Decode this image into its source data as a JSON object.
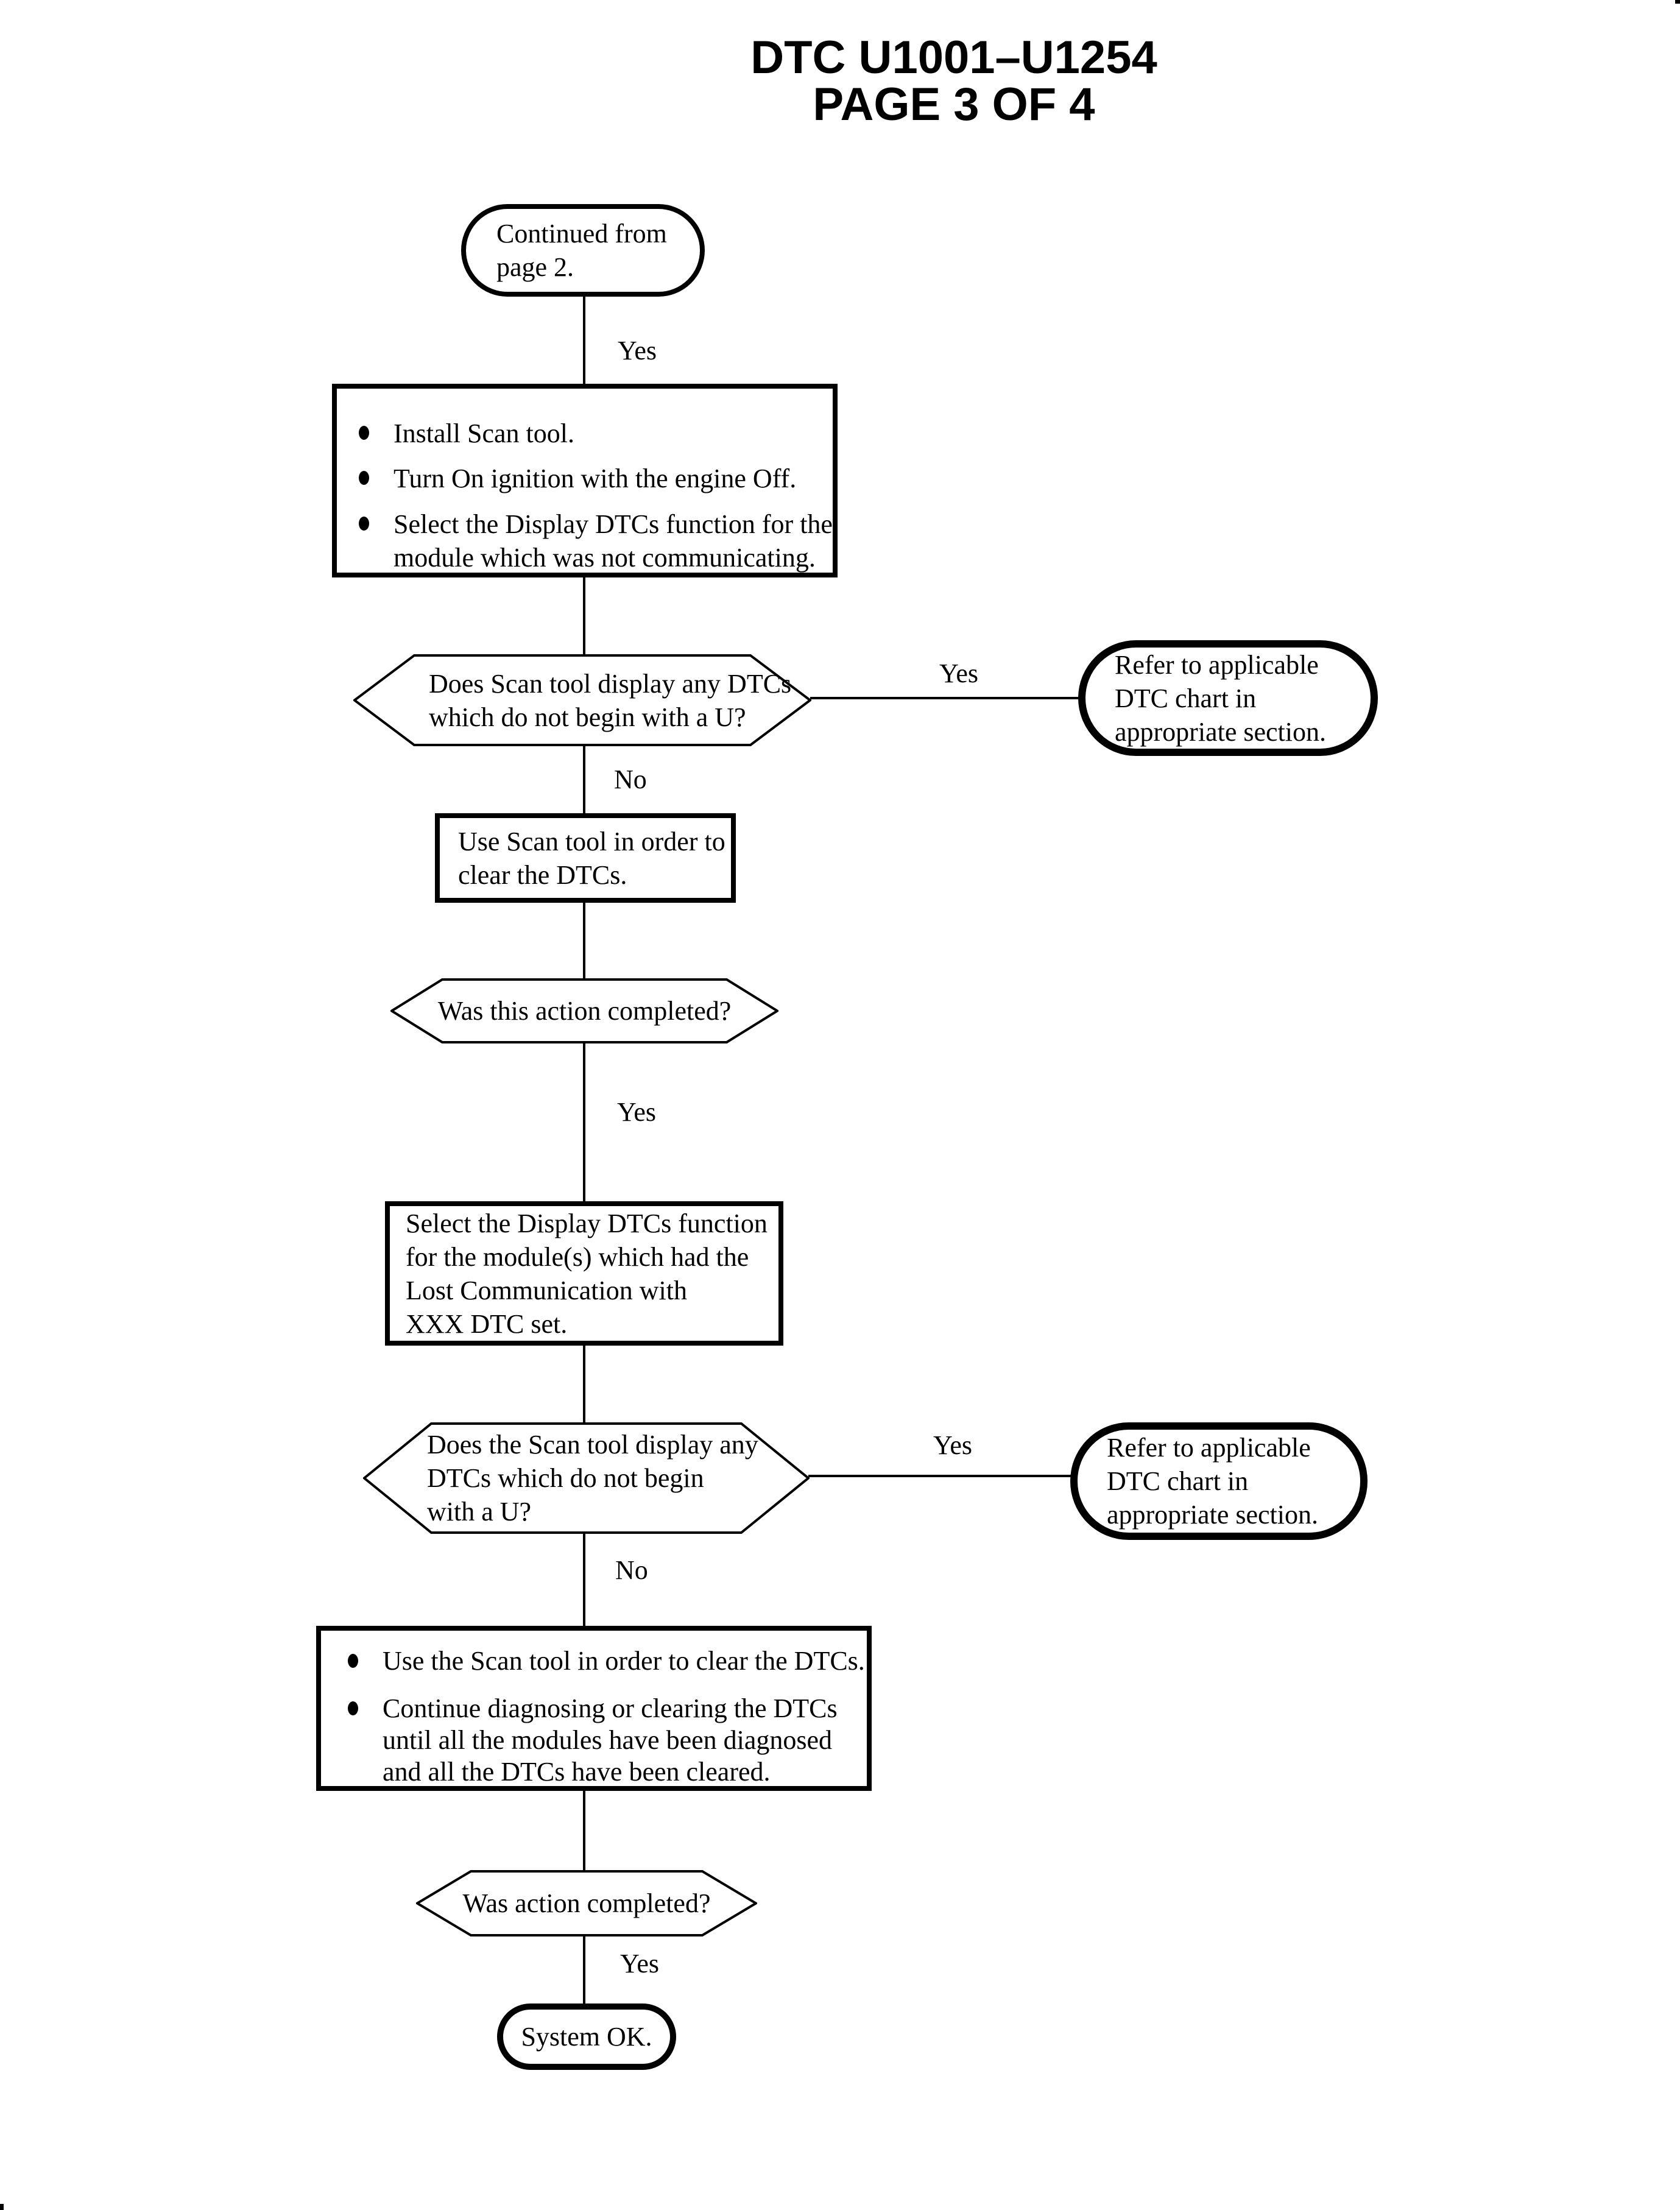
{
  "page": {
    "title_line1": "DTC U1001–U1254",
    "title_line2": "PAGE 3 OF 4"
  },
  "nodes": {
    "continued": {
      "lines": [
        "Continued from",
        "page 2."
      ]
    },
    "setup": {
      "bullets": [
        {
          "lines": [
            "Install Scan tool."
          ]
        },
        {
          "lines": [
            "Turn On ignition with the engine Off."
          ]
        },
        {
          "lines": [
            "Select the Display DTCs function for the",
            "module which was not communicating."
          ]
        }
      ]
    },
    "dtc_check_1": {
      "lines": [
        "Does Scan tool display any DTCs",
        "which do not begin with a U?"
      ]
    },
    "refer_1": {
      "lines": [
        "Refer to applicable",
        "DTC chart in",
        "appropriate section."
      ]
    },
    "clear": {
      "lines": [
        "Use Scan tool in order to",
        "clear the DTCs."
      ]
    },
    "action_check_1": {
      "lines": [
        "Was this action completed?"
      ]
    },
    "select_display": {
      "lines": [
        "Select the Display DTCs function",
        "for the module(s) which had the",
        "Lost Communication with",
        "XXX DTC set."
      ]
    },
    "dtc_check_2": {
      "lines": [
        "Does the Scan tool display any",
        "DTCs which do not begin",
        "with a U?"
      ]
    },
    "refer_2": {
      "lines": [
        "Refer to applicable",
        "DTC chart in",
        "appropriate section."
      ]
    },
    "clear_continue": {
      "bullets": [
        {
          "lines": [
            "Use the Scan tool in order to clear the DTCs."
          ]
        },
        {
          "lines": [
            "Continue diagnosing or clearing the DTCs",
            "until all the modules have been diagnosed",
            "and all the DTCs have been cleared."
          ]
        }
      ]
    },
    "action_check_2": {
      "lines": [
        "Was action completed?"
      ]
    },
    "system_ok": {
      "lines": [
        "System OK."
      ]
    }
  },
  "edge_labels": {
    "continued_yes": "Yes",
    "dtc1_yes": "Yes",
    "dtc1_no": "No",
    "action1_yes": "Yes",
    "dtc2_yes": "Yes",
    "dtc2_no": "No",
    "action2_yes": "Yes"
  }
}
